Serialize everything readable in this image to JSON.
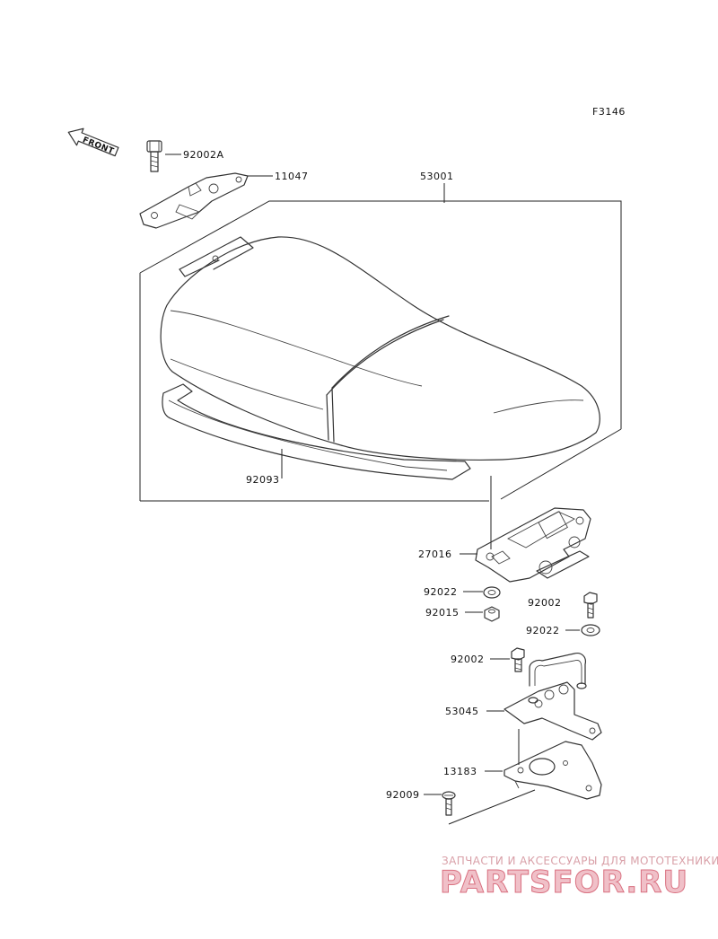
{
  "diagram_code": "F3146",
  "front_label": "FRONT",
  "callouts": {
    "bolt_a": "92002A",
    "bracket_front": "11047",
    "seat": "53001",
    "seal_strip": "92093",
    "seat_hinge": "27016",
    "washer_upper": "92022",
    "nut": "92015",
    "bolt_right": "92002",
    "washer_right": "92022",
    "bolt_lower": "92002",
    "hinge_bracket": "53045",
    "plate": "13183",
    "screw": "92009"
  },
  "watermark": {
    "tagline": "ЗАПЧАСТИ И АКСЕССУАРЫ ДЛЯ МОТОТЕХНИКИ",
    "logo": "PARTSFOR.RU"
  }
}
